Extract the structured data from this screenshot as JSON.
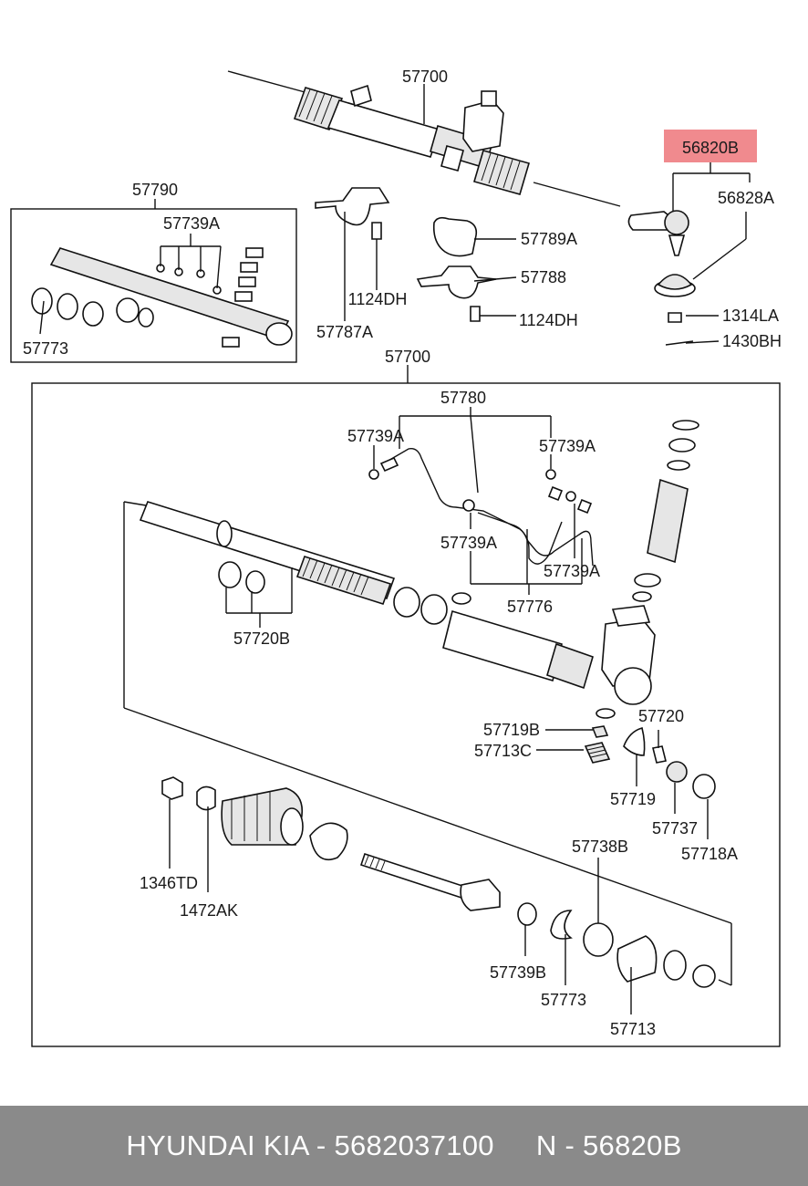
{
  "labels": {
    "top_assembly": "57700",
    "tie_rod_end": "56820B",
    "ball_joint_boot": "56828A",
    "bushing_kit": "57790",
    "kit_orings": "57739A",
    "kit_snap_ring": "57773",
    "bracket_left": "57787A",
    "bracket_left_bolt": "1124DH",
    "bushing_a": "57789A",
    "bracket_right": "57788",
    "bracket_right_bolt": "1124DH",
    "castle_nut": "1314LA",
    "cotter_pin": "1430BH",
    "main_assembly": "57700",
    "feed_tubes": "57780",
    "tube_oring_tl": "57739A",
    "tube_oring_tr": "57739A",
    "tube_oring_ml": "57739A",
    "tube_oring_mr": "57739A",
    "tube_set": "57776",
    "rack_seals": "57720B",
    "seal_b": "57719B",
    "yoke_plug": "57713C",
    "spring": "57720",
    "yoke": "57719",
    "plug_ball": "57737",
    "pinion_ring": "57718A",
    "tie_rod_nut": "1346TD",
    "boot_clip": "1472AK",
    "rack_end_washer": "57739B",
    "inner_snap_ring": "57773",
    "bushing_b": "57738B",
    "rack_bushing": "57713"
  },
  "highlight_color": "#f08a8e",
  "footer": {
    "brand_part": "HYUNDAI KIA - 5682037100",
    "ref": "N - 56820B"
  }
}
